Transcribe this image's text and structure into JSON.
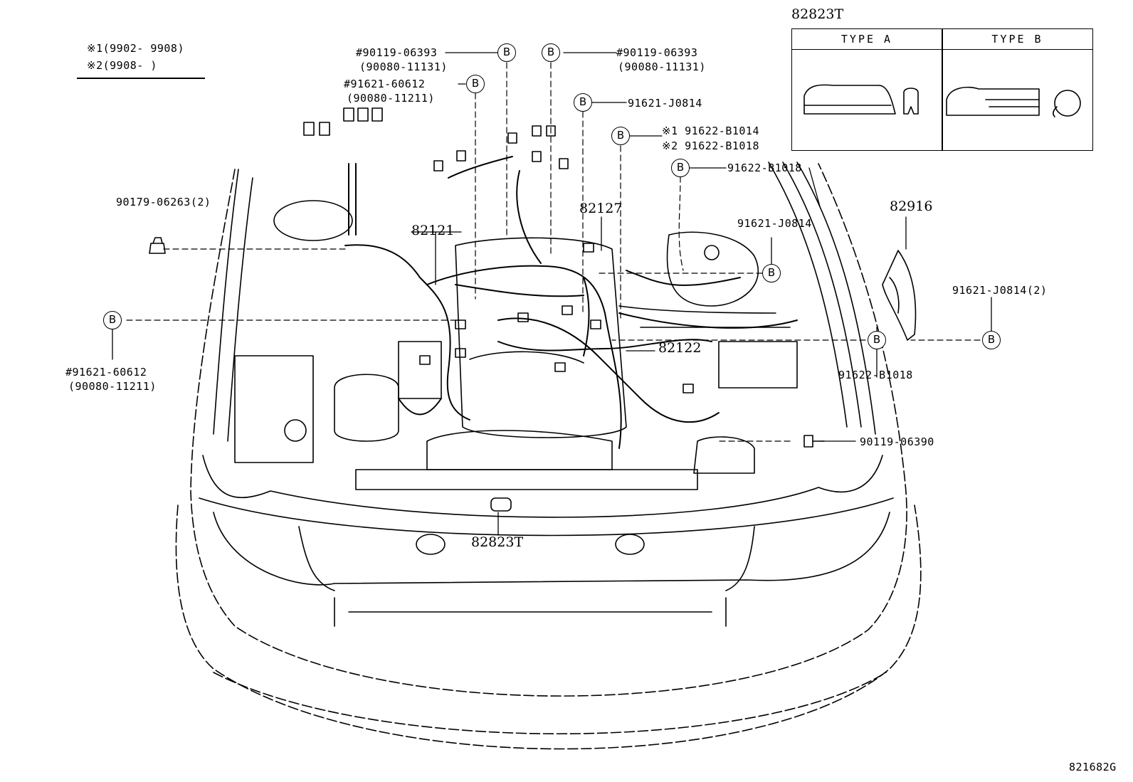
{
  "legend": {
    "line1": "※1(9902- 9908)",
    "line2": "※2(9908-       )"
  },
  "callout_letter": "B",
  "labels": {
    "top_left_num1": "#90119-06393",
    "top_left_num1_alt": "(90080-11131)",
    "top_left_num2": "#91621-60612",
    "top_left_num2_alt": "(90080-11211)",
    "top_mid_num": "#90119-06393",
    "top_mid_num_alt": "(90080-11131)",
    "j0814_top": "91621-J0814",
    "b1014": "※1 91622-B1014",
    "b1018_mark": "※2 91622-B1018",
    "b1018_right": "91622-B1018",
    "nut": "90179-06263(2)",
    "harness_82121": "82121",
    "harness_82127": "82127",
    "j0814_mid": "91621-J0814",
    "part_82916": "82916",
    "j0814_2": "91621-J0814(2)",
    "left_b_num": "#91621-60612",
    "left_b_num_alt": "(90080-11211)",
    "harness_82122": "82122",
    "b1018_lower": "91622-B1018",
    "bolt": "90119-06390",
    "cover_82823t": "82823T",
    "figure_code": "821682G"
  },
  "type_table": {
    "title": "82823T",
    "col_a": "TYPE  A",
    "col_b": "TYPE  B"
  }
}
